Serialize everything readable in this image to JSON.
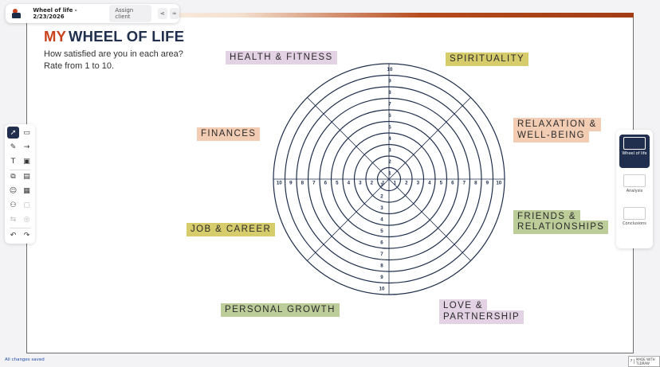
{
  "header": {
    "doc_title": "Wheel of life - 2/23/2026",
    "assign_label": "Assign client",
    "share_glyph": "⋖",
    "link_glyph": "∞"
  },
  "toolbar": {
    "icons": [
      "select-icon",
      "page-icon",
      "pen-icon",
      "arrow-icon",
      "text-icon",
      "image-icon",
      "template-icon",
      "gallery-icon",
      "emoji-icon",
      "layout-icon",
      "users-icon",
      "note-icon",
      "swap-icon",
      "check-icon",
      "undo-icon",
      "redo-icon"
    ]
  },
  "heading": {
    "my": "MY",
    "rest": "WHEEL OF LIFE",
    "question": "How satisfied are you in each area?",
    "instruction": "Rate from 1 to 10."
  },
  "areas": {
    "health": "HEALTH & FITNESS",
    "spirituality": "SPIRITUALITY",
    "finances": "FINANCES",
    "relax_1": "RELAXATION &",
    "relax_2": "WELL-BEING",
    "friends_1": "FRIENDS &",
    "friends_2": "RELATIONSHIPS",
    "job": "JOB & CAREER",
    "personal": "PERSONAL GROWTH",
    "love_1": "LOVE &",
    "love_2": "PARTNERSHIP"
  },
  "colors": {
    "navy": "#1f2f4d",
    "accent": "#c8431b",
    "purple": "#e3d1e4",
    "yellow": "#d6cc6c",
    "peach": "#f3ccb4",
    "green": "#bdcd9a"
  },
  "wheel": {
    "scale": [
      "1",
      "2",
      "3",
      "4",
      "5",
      "6",
      "7",
      "8",
      "9",
      "10"
    ]
  },
  "pages": {
    "p1": "Wheel of life",
    "p2": "Analysis",
    "p3": "Conclusions"
  },
  "footer": {
    "status": "All changes saved",
    "badge_1": "MADE WITH",
    "badge_2": "TLDRAW"
  }
}
